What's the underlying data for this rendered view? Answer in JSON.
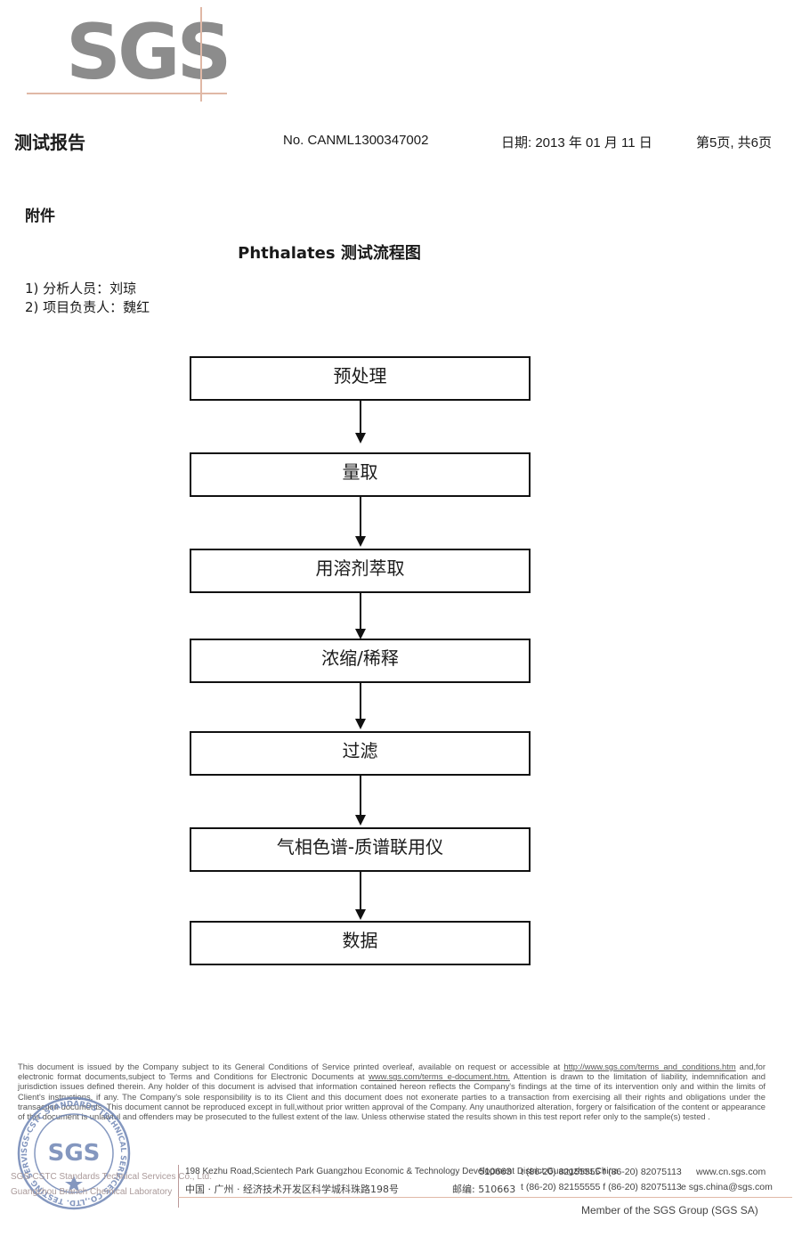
{
  "header": {
    "logo_text": "SGS",
    "report_title": "测试报告",
    "report_no": "No. CANML1300347002",
    "date": "日期: 2013 年 01 月 11 日",
    "page": "第5页, 共6页"
  },
  "annex_label": "附件",
  "flow_title": "Phthalates 测试流程图",
  "people": {
    "analyst": "1) 分析人员：刘琼",
    "supervisor": "2) 项目负责人：魏红"
  },
  "flow_steps": [
    "预处理",
    "量取",
    "用溶剂萃取",
    "浓缩/稀释",
    "过滤",
    "气相色谱-质谱联用仪",
    "数据"
  ],
  "footer": {
    "disclaimer_1": "This document is issued by the Company subject to its General Conditions of Service printed overleaf, available on request or accessible at ",
    "disclaimer_link_1": "http://www.sgs.com/terms_and_conditions.htm",
    "disclaimer_2": " and,for electronic format documents,subject to Terms and Conditions for Electronic Documents at ",
    "disclaimer_link_2": "www.sgs.com/terms_e-document.htm.",
    "disclaimer_3": " Attention is drawn to the limitation of liability, indemnification and jurisdiction issues defined therein. Any holder of this document is advised that information contained hereon reflects the Company's findings at the time of its intervention only and within the limits of Client's instructions, if any. The Company's sole responsibility is to its Client and this document does not exonerate parties to a transaction from exercising all their rights and obligations under the transaction documents. This document cannot be reproduced except in full,without prior written approval of the Company. Any unauthorized alteration, forgery or falsification of the content or appearance of this document is unlawful and offenders may be prosecuted to the fullest extent of the law. Unless otherwise stated the results shown in this test report refer only to the sample(s) tested .",
    "stamp_text": "SGS-CSTC STANDARDS TECHNICAL SERVICES CO.,LTD. TESTING SERVICES",
    "company_en": "SGS-CSTC Standards Technical Services Co., Ltd.",
    "company_lab": "Guangzhou Branch Chemical Laboratory",
    "address_en": "198 Kezhu Road,Scientech Park Guangzhou Economic & Technology Development District,Guangzhou,China",
    "address_cn": "中国 · 广州 · 经济技术开发区科学城科珠路198号",
    "postcode_en": "510663",
    "postcode_cn": "邮编: 510663",
    "tel_line_1": "t (86-20) 82155555   f (86-20) 82075113",
    "tel_line_2": "t (86-20) 82155555   f (86-20) 82075113",
    "web": "www.cn.sgs.com",
    "email": "e  sgs.china@sgs.com",
    "member": "Member of the SGS Group (SGS SA)"
  },
  "colors": {
    "logo_gray": "#8c8c8c",
    "logo_line": "#e0b8a6",
    "stamp_blue": "#6f86b5"
  }
}
